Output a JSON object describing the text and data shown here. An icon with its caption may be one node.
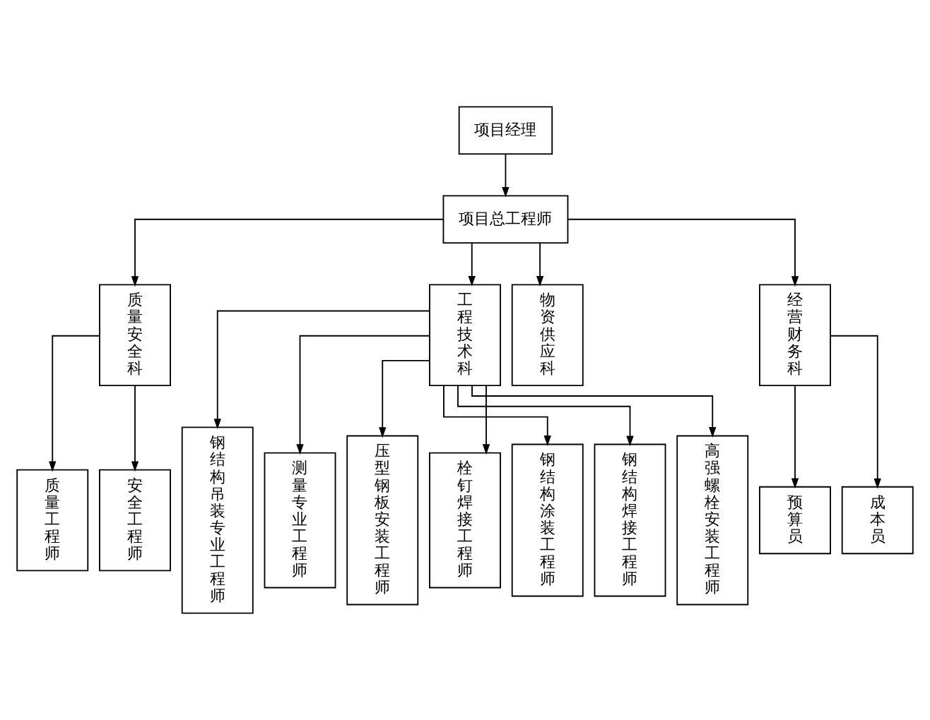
{
  "diagram": {
    "nodes": [
      {
        "text": [
          "项目经理"
        ]
      },
      {
        "text": [
          "项目总工程师"
        ]
      },
      {
        "text": [
          "质量安全科"
        ]
      },
      {
        "text": [
          "工程技术科"
        ]
      },
      {
        "text": [
          "物资供应科"
        ]
      },
      {
        "text": [
          "经营财务科"
        ]
      },
      {
        "text": [
          "质量工程师"
        ]
      },
      {
        "text": [
          "安全工程师"
        ]
      },
      {
        "text": [
          "钢结构吊装专业工程师"
        ]
      },
      {
        "text": [
          "测量专业工程师"
        ]
      },
      {
        "text": [
          "压型钢板安装工程师"
        ]
      },
      {
        "text": [
          "栓钉焊接工程师"
        ]
      },
      {
        "text": [
          "钢结构涂装工程师"
        ]
      },
      {
        "text": [
          "钢结构焊接工程师"
        ]
      },
      {
        "text": [
          "高强螺栓安装工程师"
        ]
      },
      {
        "text": [
          "预算员"
        ]
      },
      {
        "text": [
          "成本员"
        ]
      }
    ],
    "edges": [
      {
        "from": 0,
        "to": 1,
        "arrow": "to"
      },
      {
        "from": 1,
        "to": 2,
        "arrow": "to"
      },
      {
        "from": 1,
        "to": 3,
        "arrow": "to"
      },
      {
        "from": 1,
        "to": 4,
        "arrow": "to"
      },
      {
        "from": 1,
        "to": 5,
        "arrow": "to"
      },
      {
        "from": 2,
        "to": 6,
        "arrow": "to"
      },
      {
        "from": 2,
        "to": 7,
        "arrow": "to"
      },
      {
        "from": 3,
        "to": 8,
        "arrow": "to"
      },
      {
        "from": 3,
        "to": 9,
        "arrow": "to"
      },
      {
        "from": 3,
        "to": 10,
        "arrow": "to"
      },
      {
        "from": 3,
        "to": 11,
        "arrow": "to"
      },
      {
        "from": 3,
        "to": 12,
        "arrow": "to"
      },
      {
        "from": 3,
        "to": 13,
        "arrow": "to"
      },
      {
        "from": 3,
        "to": 14,
        "arrow": "to"
      },
      {
        "from": 5,
        "to": 15,
        "arrow": "to"
      },
      {
        "from": 5,
        "to": 16,
        "arrow": "to"
      }
    ]
  }
}
